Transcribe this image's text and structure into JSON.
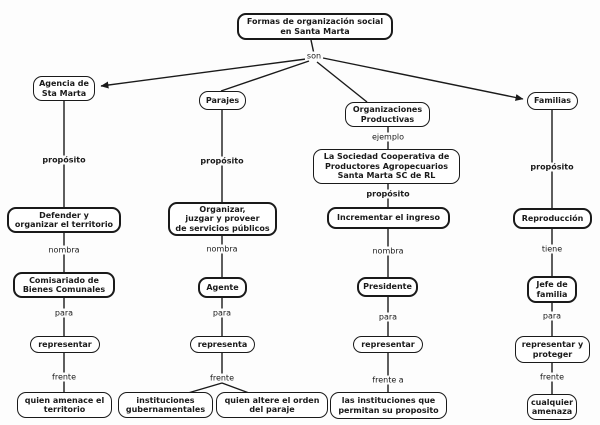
{
  "colors": {
    "ink": "#1a1a1a",
    "background": "#ffffff"
  },
  "nodes": {
    "title": "Formas de organización social\nen Santa Marta",
    "agencia": "Agencia de\nSta Marta",
    "parajes": "Parajes",
    "organizaciones": "Organizaciones\nProductivas",
    "familias": "Familias",
    "defender": "Defender y\norganizar el territorio",
    "comisariado": "Comisariado de\nBienes Comunales",
    "representar_1": "representar",
    "quien_amenace": "quien amenace el\nterritorio",
    "organizar": "Organizar,\njuzgar y proveer\nde servicios públicos",
    "agente": "Agente",
    "representa": "representa",
    "instituciones": "instituciones\ngubernamentales",
    "quien_altere": "quien altere el orden\ndel paraje",
    "sociedad": "La Sociedad Cooperativa de\nProductores Agropecuarios\nSanta Marta SC de RL",
    "incrementar": "Incrementar el ingreso",
    "presidente": "Presidente",
    "representar_3": "representar",
    "las_instituciones": "las instituciones que\npermitan su proposito",
    "reproduccion": "Reproducción",
    "jefe_familia": "Jefe de\nfamilia",
    "representar_proteger": "representar y\nproteger",
    "cualquier_amenaza": "cualquier\namenaza"
  },
  "link_labels": {
    "son": "son",
    "proposito_agencia": "propósito",
    "nombra_agencia": "nombra",
    "para_agencia": "para",
    "frente_agencia": "frente",
    "proposito_parajes": "propósito",
    "nombra_parajes": "nombra",
    "para_parajes": "para",
    "frente_parajes": "frente",
    "ejemplo": "ejemplo",
    "proposito_cooperativa": "propósito",
    "nombra_cooperativa": "nombra",
    "para_cooperativa": "para",
    "frente_a": "frente a",
    "proposito_familias": "propósito",
    "tiene": "tiene",
    "para_familias": "para",
    "frente_familias": "frente"
  }
}
